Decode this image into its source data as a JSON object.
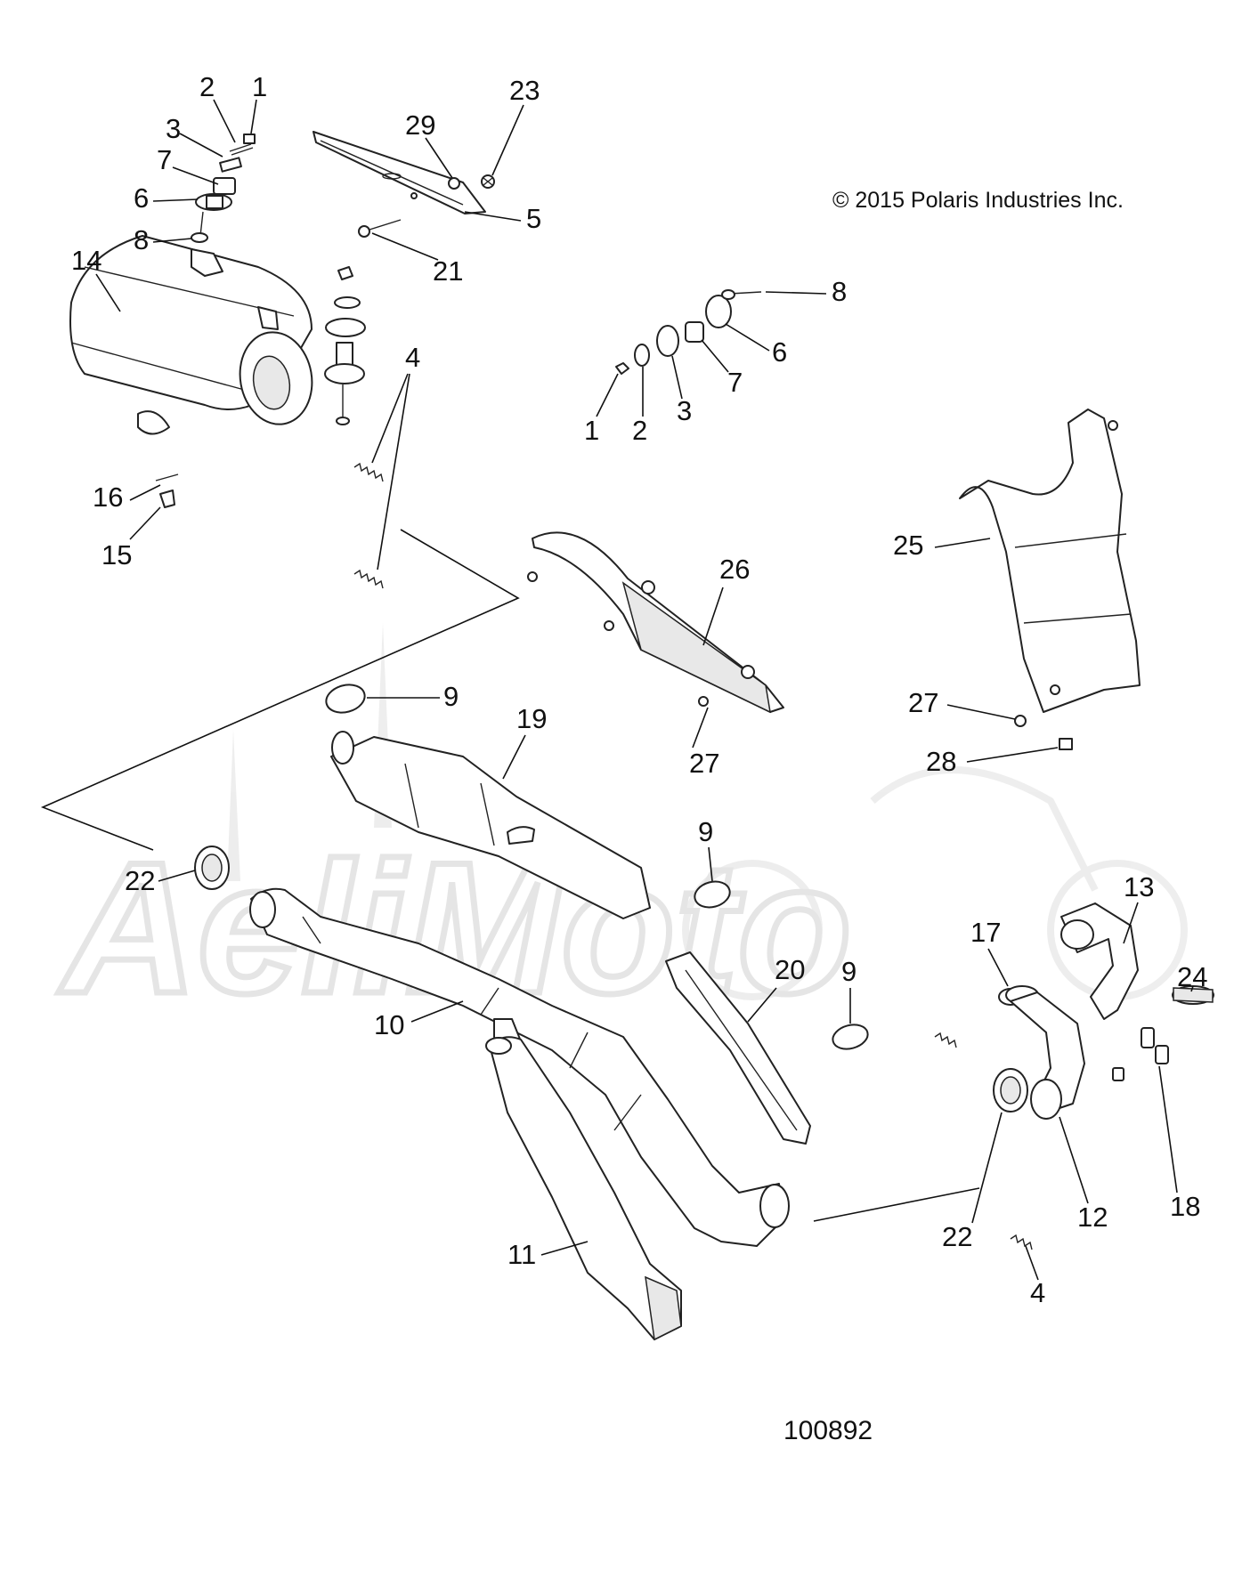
{
  "copyright": "© 2015 Polaris Industries Inc.",
  "figure_id": "100892",
  "watermark": "AeliMoto",
  "callouts": {
    "c1a": "1",
    "c2a": "2",
    "c3a": "3",
    "c7a": "7",
    "c6a": "6",
    "c8a": "8",
    "c29": "29",
    "c23": "23",
    "c5": "5",
    "c21": "21",
    "c14": "14",
    "c16": "16",
    "c15": "15",
    "c4a": "4",
    "c8b": "8",
    "c6b": "6",
    "c7b": "7",
    "c3b": "3",
    "c2b": "2",
    "c1b": "1",
    "c25": "25",
    "c26": "26",
    "c27a": "27",
    "c27b": "27",
    "c28": "28",
    "c9a": "9",
    "c19": "19",
    "c9b": "9",
    "c22a": "22",
    "c10": "10",
    "c20": "20",
    "c9c": "9",
    "c17": "17",
    "c13": "13",
    "c24": "24",
    "c11": "11",
    "c22b": "22",
    "c12": "12",
    "c18": "18",
    "c4b": "4"
  }
}
